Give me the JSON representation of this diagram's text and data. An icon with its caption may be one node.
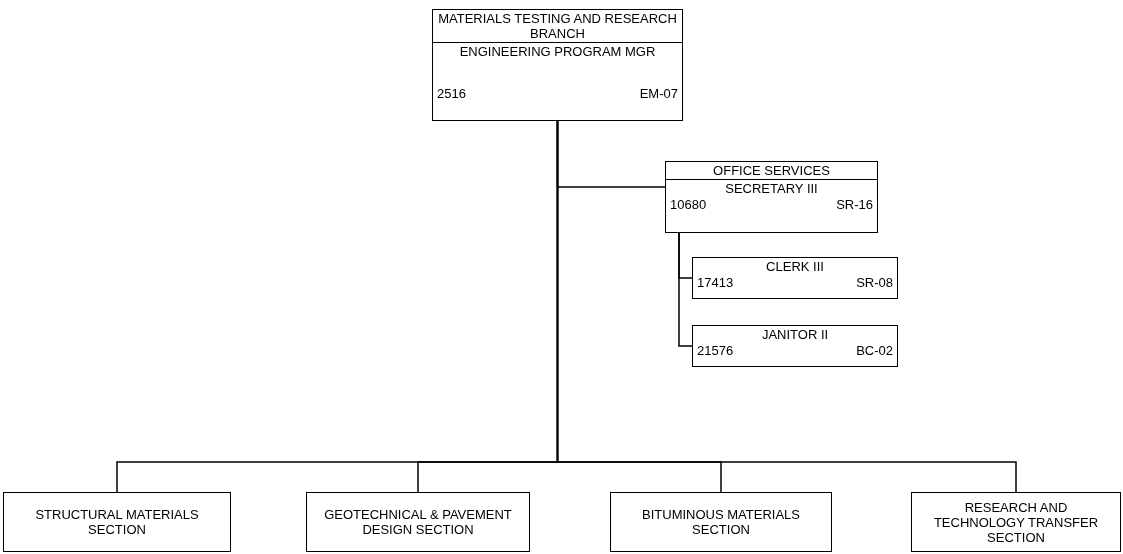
{
  "diagram": {
    "nodes": [
      {
        "text": [
          "MATERIALS TESTING AND RESEARCH BRANCH",
          "ENGINEERING PROGRAM MGR",
          "2516",
          "EM-07"
        ]
      },
      {
        "text": [
          "OFFICE SERVICES",
          "SECRETARY III",
          "10680",
          "SR-16"
        ]
      },
      {
        "text": [
          "CLERK III",
          "17413",
          "SR-08"
        ]
      },
      {
        "text": [
          "JANITOR II",
          "21576",
          "BC-02"
        ]
      },
      {
        "text": [
          "STRUCTURAL MATERIALS SECTION"
        ]
      },
      {
        "text": [
          "GEOTECHNICAL & PAVEMENT DESIGN SECTION"
        ]
      },
      {
        "text": [
          "BITUMINOUS MATERIALS SECTION"
        ]
      },
      {
        "text": [
          "RESEARCH AND TECHNOLOGY TRANSFER SECTION"
        ]
      }
    ],
    "edges": [
      {
        "from": 0,
        "to": 1,
        "arrow": "none"
      },
      {
        "from": 1,
        "to": 2,
        "arrow": "none"
      },
      {
        "from": 1,
        "to": 3,
        "arrow": "none"
      },
      {
        "from": 0,
        "to": 4,
        "arrow": "none"
      },
      {
        "from": 0,
        "to": 5,
        "arrow": "none"
      },
      {
        "from": 0,
        "to": 6,
        "arrow": "none"
      },
      {
        "from": 0,
        "to": 7,
        "arrow": "none"
      }
    ]
  }
}
